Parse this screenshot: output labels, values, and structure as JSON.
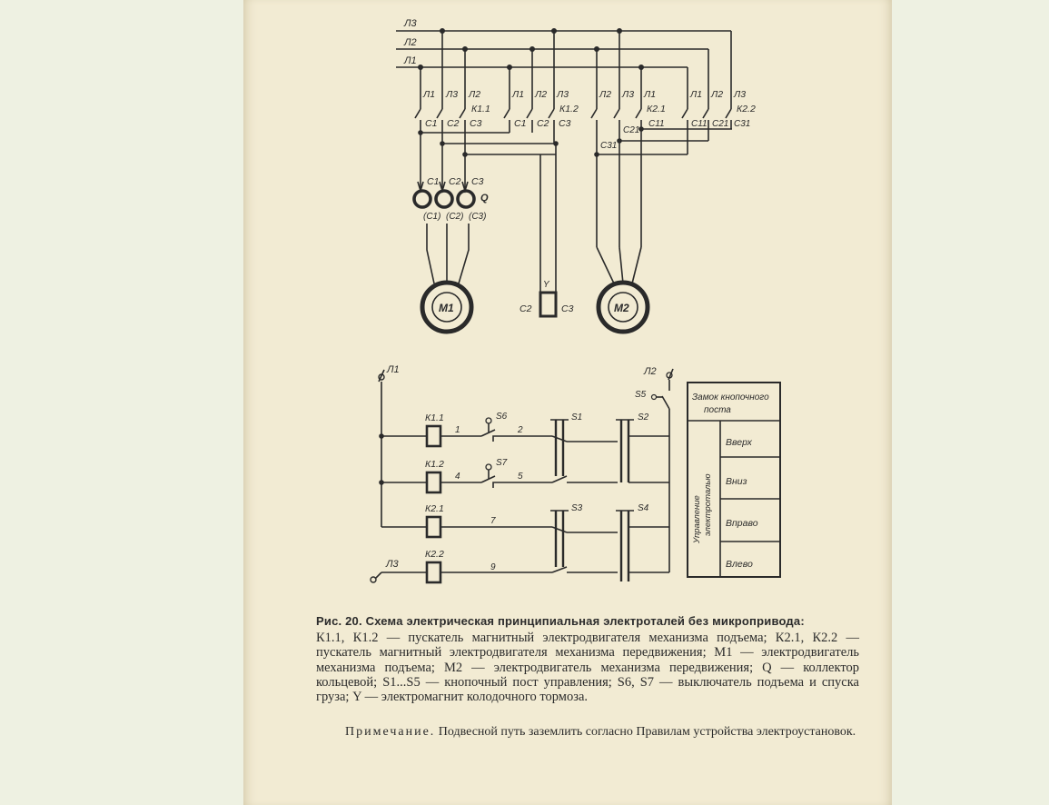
{
  "lines": {
    "l1": "Л1",
    "l2": "Л2",
    "l3": "Л3"
  },
  "contactors": {
    "k11": {
      "name": "К1.1",
      "inputs": [
        "Л1",
        "Л3",
        "Л2"
      ],
      "outputs": [
        "С1",
        "С2",
        "С3"
      ]
    },
    "k12": {
      "name": "К1.2",
      "inputs": [
        "Л1",
        "Л2",
        "Л3"
      ],
      "outputs": [
        "С1",
        "С2",
        "С3"
      ]
    },
    "k21": {
      "name": "К2.1",
      "inputs": [
        "Л2",
        "Л3",
        "Л1"
      ],
      "outputs": [
        "С31",
        "С21",
        "С11"
      ]
    },
    "k22": {
      "name": "К2.2",
      "inputs": [
        "Л1",
        "Л2",
        "Л3"
      ],
      "outputs": [
        "С11",
        "С21",
        "С31"
      ]
    }
  },
  "collector": {
    "name": "Q",
    "top": [
      "С1",
      "С2",
      "С3"
    ],
    "bottom": [
      "(С1)",
      "(С2)",
      "(С3)"
    ]
  },
  "motors": {
    "m1": "М1",
    "m2": "М2"
  },
  "brake": {
    "name": "Y",
    "left": "С2",
    "right": "С3"
  },
  "control": {
    "rungs": [
      {
        "coil": "К1.1",
        "wire_a": "1",
        "limit_switch": "S6",
        "wire_b": "2",
        "button": "S1",
        "button2": "S2"
      },
      {
        "coil": "К1.2",
        "wire_a": "4",
        "limit_switch": "S7",
        "wire_b": "5"
      },
      {
        "coil": "К2.1",
        "wire_a": "7",
        "button": "S3",
        "button2": "S4"
      },
      {
        "coil": "К2.2",
        "wire_a": "9"
      }
    ],
    "top_left": "Л1",
    "top_right": "Л2",
    "switch_main": "S5",
    "bottom_left": "Л3"
  },
  "lock_box": {
    "header": "Замок кнопочного поста",
    "side_label": "Управление электроталью",
    "rows": [
      "Вверх",
      "Вниз",
      "Вправо",
      "Влево"
    ]
  },
  "caption": {
    "title": "Рис. 20. Схема электрическая принципиальная электроталей без микропривода:",
    "body": "К1.1, К1.2 — пускатель магнитный электродвигателя механизма подъема; К2.1, К2.2 — пускатель магнитный электродвигателя механизма передвижения; М1 — электродвигатель механизма подъема; М2 — электродвигатель механизма передвижения; Q — коллектор кольцевой; S1...S5 — кнопочный пост управления; S6, S7 — выключатель подъема и спуска груза; Y — электромагнит колодочного тормоза."
  },
  "note": {
    "label": "Примечание.",
    "text": "Подвесной путь заземлить согласно Правилам устройства электроустановок."
  }
}
